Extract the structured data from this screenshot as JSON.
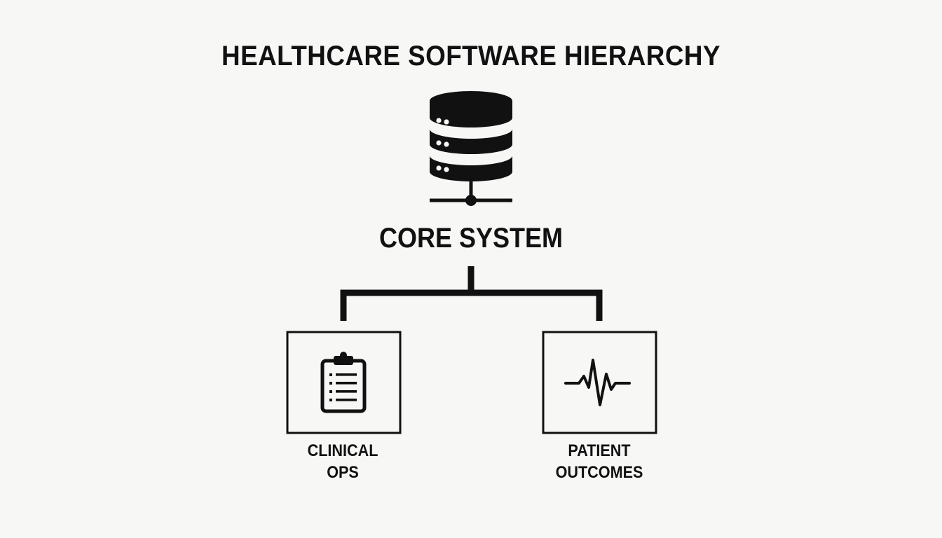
{
  "title": "HEALTHCARE SOFTWARE HIERARCHY",
  "core": {
    "label": "CORE SYSTEM",
    "icon": "database-server-icon"
  },
  "children": [
    {
      "line1": "CLINICAL",
      "line2": "OPS",
      "icon": "clipboard-icon"
    },
    {
      "line1": "PATIENT",
      "line2": "OUTCOMES",
      "icon": "heartbeat-icon"
    }
  ],
  "colors": {
    "ink": "#111111",
    "background": "#f7f7f6"
  }
}
